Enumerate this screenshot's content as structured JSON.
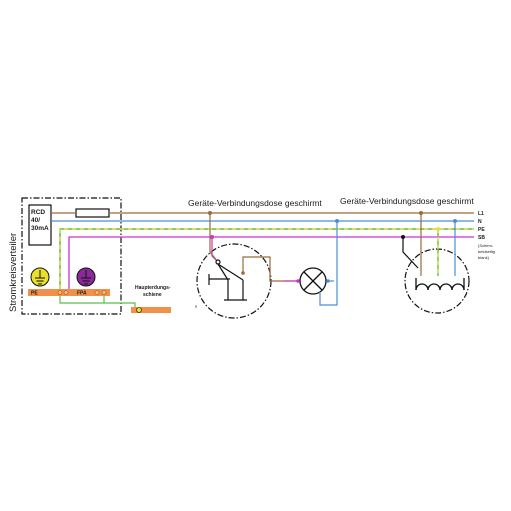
{
  "side_label": "Stromkreisverteiler",
  "rcd": {
    "line1": "RCD",
    "line2": "40/",
    "line3": "30mA"
  },
  "terminals": {
    "pe": "PE",
    "fpa": "FPA"
  },
  "haupterdung": {
    "line1": "Haupterdungs-",
    "line2": "schiene"
  },
  "boxes": {
    "left_title": "Geräte-Verbindungsdose geschirmt",
    "right_title": "Geräte-Verbindungsdose geschirmt"
  },
  "lines": {
    "l1": "L1",
    "n": "N",
    "pe": "PE",
    "sb": "SB"
  },
  "screen_note": {
    "line1": "(Schirm-",
    "line2": "beidseitig",
    "line3": "blank)"
  },
  "colors": {
    "l1": "#9a6b3c",
    "n": "#4a8fd6",
    "pe_green": "#5cbf4a",
    "pe_yellow": "#e8e04a",
    "sb": "#cc33cc",
    "terminal_bar": "#f0904a",
    "earth_fill": "#e8e02a",
    "fpa_fill": "#8a2a9a",
    "outline": "#111111"
  }
}
